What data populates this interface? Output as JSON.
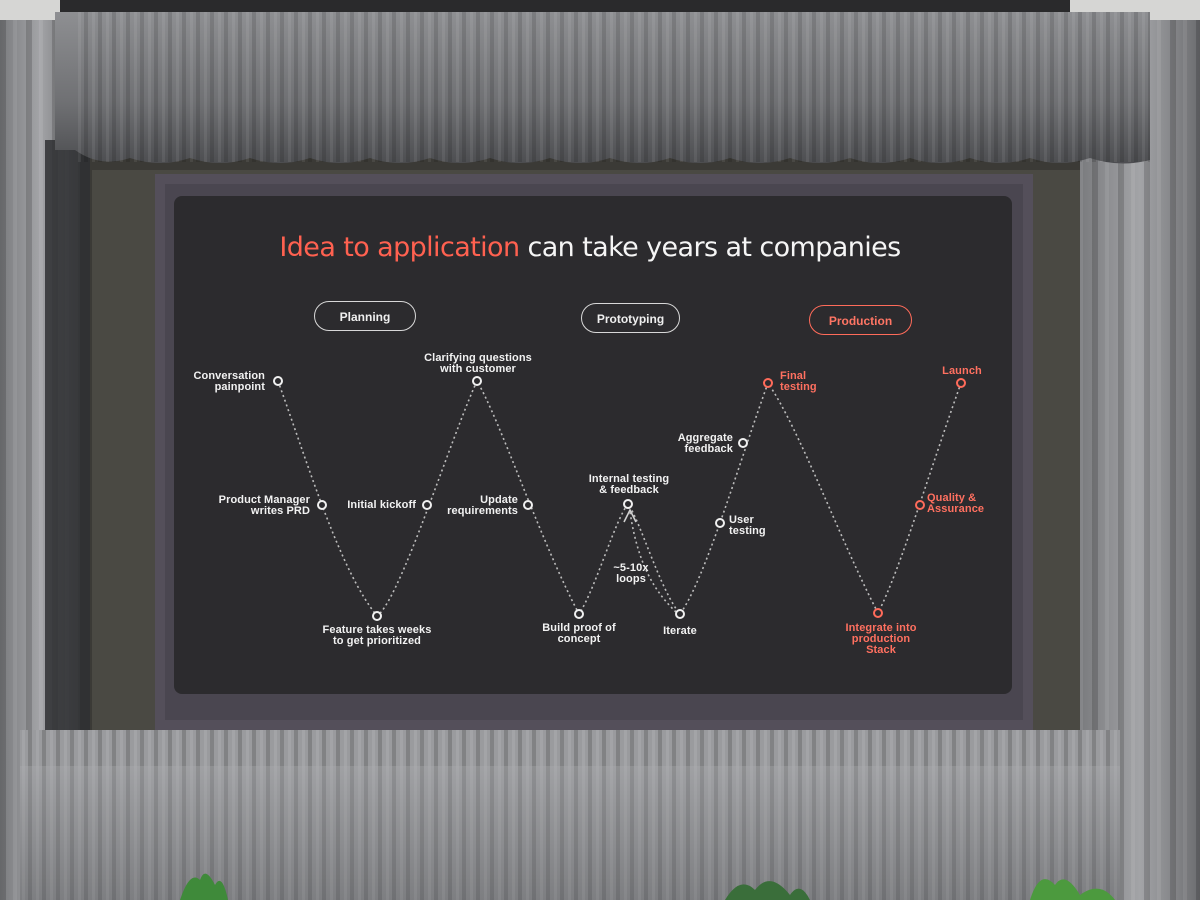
{
  "slide": {
    "title_highlight": "Idea to application",
    "title_rest": "can take years at companies",
    "loops_label": "~5-10x\nloops"
  },
  "phases": [
    {
      "id": "planning",
      "label": "Planning",
      "accent": false
    },
    {
      "id": "prototyping",
      "label": "Prototyping",
      "accent": false
    },
    {
      "id": "production",
      "label": "Production",
      "accent": true
    }
  ],
  "nodes": [
    {
      "id": "conversation",
      "label": "Conversation\npainpoint",
      "accent": false
    },
    {
      "id": "pm-prd",
      "label": "Product Manager\nwrites PRD",
      "accent": false
    },
    {
      "id": "feature-weeks",
      "label": "Feature takes weeks\nto get prioritized",
      "accent": false
    },
    {
      "id": "kickoff",
      "label": "Initial kickoff",
      "accent": false
    },
    {
      "id": "clarifying",
      "label": "Clarifying questions\nwith customer",
      "accent": false
    },
    {
      "id": "update-req",
      "label": "Update\nrequirements",
      "accent": false
    },
    {
      "id": "proof",
      "label": "Build proof of\nconcept",
      "accent": false
    },
    {
      "id": "internal",
      "label": "Internal testing\n& feedback",
      "accent": false
    },
    {
      "id": "iterate",
      "label": "Iterate",
      "accent": false
    },
    {
      "id": "user-testing",
      "label": "User\ntesting",
      "accent": false
    },
    {
      "id": "aggregate",
      "label": "Aggregate\nfeedback",
      "accent": false
    },
    {
      "id": "final",
      "label": "Final\ntesting",
      "accent": true
    },
    {
      "id": "integrate",
      "label": "Integrate into\nproduction\nStack",
      "accent": true
    },
    {
      "id": "qa",
      "label": "Quality &\nAssurance",
      "accent": true
    },
    {
      "id": "launch",
      "label": "Launch",
      "accent": true
    }
  ],
  "colors": {
    "accent": "#ff6150",
    "slide_bg": "#2c2b2e",
    "frame": "#5a5460",
    "curtain": "#8a8b8e",
    "text": "#f2f2f2"
  }
}
